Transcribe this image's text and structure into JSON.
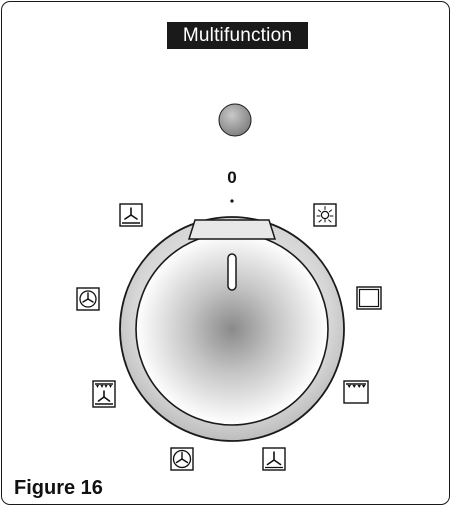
{
  "panel": {
    "title": "Multifunction",
    "zero_label": "0",
    "caption": "Figure 16"
  },
  "icons": {
    "top_left": "fan-bottom-heat-icon",
    "top_right": "oven-lamp-icon",
    "upper_left": "fan-ring-icon",
    "upper_right": "conventional-oven-icon",
    "lower_left": "fan-grill-icon",
    "lower_right": "top-heat-icon",
    "bottom_left": "fan-ring-circle-icon",
    "bottom_right": "fan-only-icon"
  },
  "colors": {
    "title_bg": "#1a1a1a",
    "outline": "#1a1a1a",
    "knob_center": "#8a8a8a",
    "knob_edge": "#ffffff"
  }
}
